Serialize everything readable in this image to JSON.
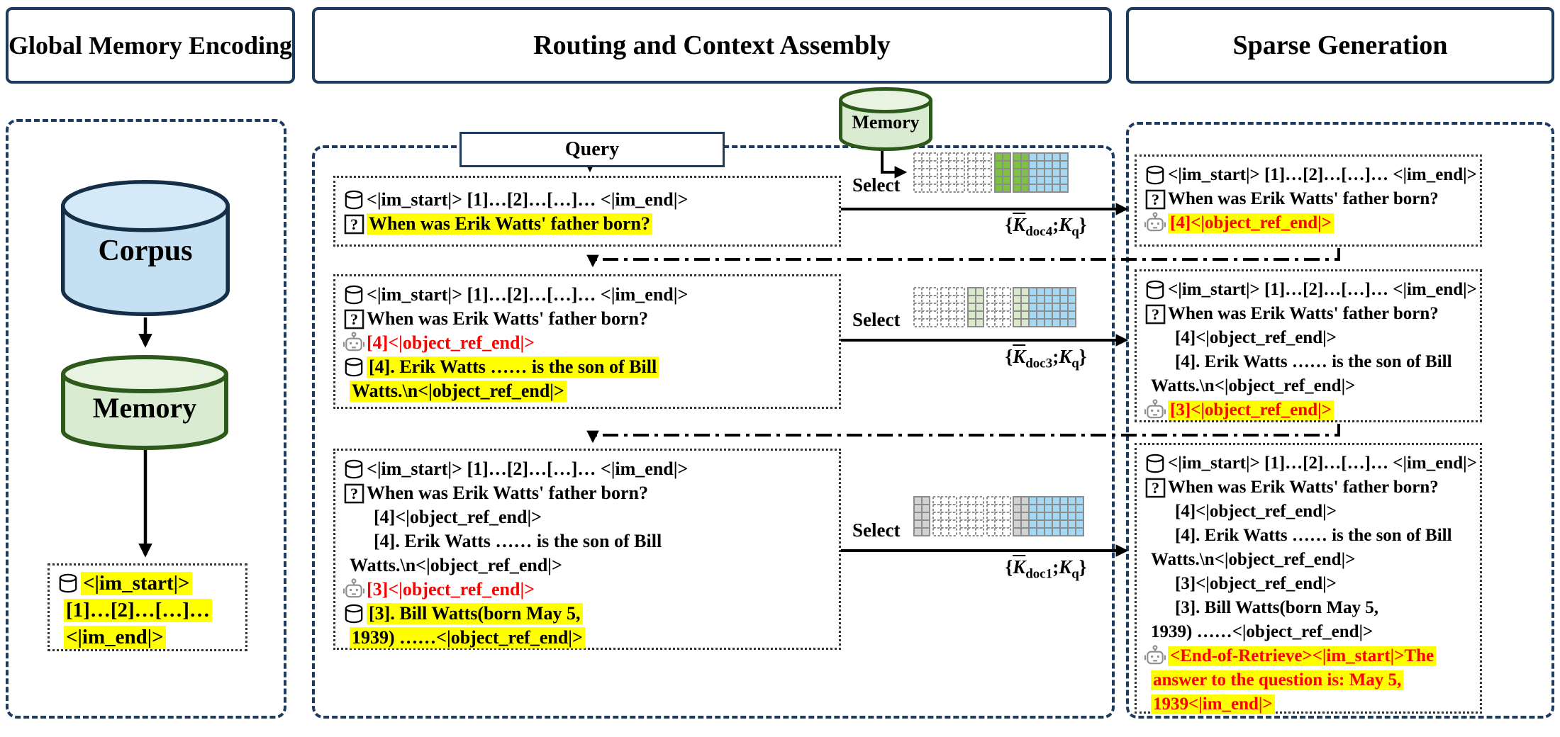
{
  "title_bars": {
    "left": "Global Memory Encoding",
    "middle": "Routing and Context Assembly",
    "right": "Sparse Generation"
  },
  "left_panel": {
    "corpus_label": "Corpus",
    "memory_label": "Memory",
    "token_box_lines": [
      {
        "icon": "db",
        "segs": [
          {
            "t": "<|im_start|>",
            "s": "hl"
          }
        ]
      },
      {
        "indent": "b",
        "segs": [
          {
            "t": "[1]…[2]…[…]…",
            "s": "hl"
          }
        ]
      },
      {
        "indent": "b",
        "segs": [
          {
            "t": "<|im_end|>",
            "s": "hl"
          }
        ]
      }
    ]
  },
  "middle_panel": {
    "query_label": "Query",
    "memory_label": "Memory",
    "select_label": "Select",
    "rows": [
      {
        "lines": [
          {
            "icon": "db",
            "segs": [
              {
                "t": "<|im_start|> [1]…[2]…[…]… <|im_end|>",
                "s": "plain"
              }
            ]
          },
          {
            "icon": "q",
            "segs": [
              {
                "t": "When was Erik Watts' father born?",
                "s": "hl"
              }
            ]
          }
        ],
        "k_label": {
          "pre": "{",
          "k1": "K",
          "sub1": "doc4",
          "mid": "; ",
          "k2": "K",
          "sub2": "q",
          "post": "}"
        },
        "grid_group": [
          "dashed",
          "dashed",
          "dashed",
          "green"
        ],
        "result_grid": {
          "sel_cols": 2,
          "sel_key": "green",
          "other_cols": 5
        }
      },
      {
        "lines": [
          {
            "icon": "db",
            "segs": [
              {
                "t": "<|im_start|> [1]…[2]…[…]… <|im_end|>",
                "s": "plain"
              }
            ]
          },
          {
            "icon": "q",
            "segs": [
              {
                "t": "When was Erik Watts' father born?",
                "s": "plain"
              }
            ]
          },
          {
            "icon": "bot",
            "segs": [
              {
                "t": "[4]<|object_ref_end|>",
                "s": "red"
              }
            ]
          },
          {
            "icon": "db",
            "segs": [
              {
                "t": "[4]. Erik Watts …… is the son of Bill",
                "s": "hl"
              }
            ]
          },
          {
            "indent": "b",
            "segs": [
              {
                "t": "Watts.\\n<|object_ref_end|>",
                "s": "hl"
              }
            ]
          }
        ],
        "k_label": {
          "pre": "{",
          "k1": "K",
          "sub1": "doc3",
          "mid": "; ",
          "k2": "K",
          "sub2": "q",
          "post": "}"
        },
        "grid_group": [
          "dashed",
          "dashed",
          "light_green",
          "dashed"
        ],
        "result_grid": {
          "sel_cols": 2,
          "sel_key": "light_green",
          "other_cols": 6
        }
      },
      {
        "lines": [
          {
            "icon": "db",
            "segs": [
              {
                "t": "<|im_start|> [1]…[2]…[…]… <|im_end|>",
                "s": "plain"
              }
            ]
          },
          {
            "icon": "q",
            "segs": [
              {
                "t": "When was Erik Watts' father born?",
                "s": "plain"
              }
            ]
          },
          {
            "indent": "a",
            "segs": [
              {
                "t": "[4]<|object_ref_end|>",
                "s": "plain"
              }
            ]
          },
          {
            "indent": "a",
            "segs": [
              {
                "t": "[4]. Erik Watts …… is the son of Bill",
                "s": "plain"
              }
            ]
          },
          {
            "indent": "b",
            "segs": [
              {
                "t": "Watts.\\n<|object_ref_end|>",
                "s": "plain"
              }
            ]
          },
          {
            "icon": "bot",
            "segs": [
              {
                "t": "[3]<|object_ref_end|>",
                "s": "red"
              }
            ]
          },
          {
            "icon": "db",
            "segs": [
              {
                "t": "[3]. Bill Watts(born May 5,",
                "s": "hl"
              }
            ]
          },
          {
            "indent": "b",
            "segs": [
              {
                "t": "1939) ……<|object_ref_end|>",
                "s": "hl"
              }
            ]
          }
        ],
        "k_label": {
          "pre": "{",
          "k1": "K",
          "sub1": "doc1",
          "mid": "; ",
          "k2": "K",
          "sub2": "q",
          "post": "}"
        },
        "grid_group": [
          "gray",
          "dashed",
          "dashed",
          "dashed"
        ],
        "result_grid": {
          "sel_cols": 2,
          "sel_key": "gray",
          "other_cols": 7
        }
      }
    ]
  },
  "right_panel": {
    "boxes": [
      {
        "lines": [
          {
            "icon": "db",
            "segs": [
              {
                "t": "<|im_start|> [1]…[2]…[…]… <|im_end|>",
                "s": "plain"
              }
            ]
          },
          {
            "icon": "q",
            "segs": [
              {
                "t": "When was Erik Watts' father born?",
                "s": "plain"
              }
            ]
          },
          {
            "icon": "bot",
            "segs": [
              {
                "t": "[4]<|object_ref_end|>",
                "s": "redhl"
              }
            ]
          }
        ]
      },
      {
        "lines": [
          {
            "icon": "db",
            "segs": [
              {
                "t": "<|im_start|> [1]…[2]…[…]… <|im_end|>",
                "s": "plain"
              }
            ]
          },
          {
            "icon": "q",
            "segs": [
              {
                "t": "When was Erik Watts' father born?",
                "s": "plain"
              }
            ]
          },
          {
            "indent": "a",
            "segs": [
              {
                "t": "[4]<|object_ref_end|>",
                "s": "plain"
              }
            ]
          },
          {
            "indent": "a",
            "segs": [
              {
                "t": "[4]. Erik Watts …… is the son of Bill",
                "s": "plain"
              }
            ]
          },
          {
            "indent": "b",
            "segs": [
              {
                "t": "Watts.\\n<|object_ref_end|>",
                "s": "plain"
              }
            ]
          },
          {
            "icon": "bot",
            "segs": [
              {
                "t": "[3]<|object_ref_end|>",
                "s": "redhl"
              }
            ]
          }
        ]
      },
      {
        "lines": [
          {
            "icon": "db",
            "segs": [
              {
                "t": "<|im_start|> [1]…[2]…[…]… <|im_end|>",
                "s": "plain"
              }
            ]
          },
          {
            "icon": "q",
            "segs": [
              {
                "t": "When was Erik Watts' father born?",
                "s": "plain"
              }
            ]
          },
          {
            "indent": "a",
            "segs": [
              {
                "t": "[4]<|object_ref_end|>",
                "s": "plain"
              }
            ]
          },
          {
            "indent": "a",
            "segs": [
              {
                "t": "[4]. Erik Watts …… is the son of Bill",
                "s": "plain"
              }
            ]
          },
          {
            "indent": "b",
            "segs": [
              {
                "t": "Watts.\\n<|object_ref_end|>",
                "s": "plain"
              }
            ]
          },
          {
            "indent": "a",
            "segs": [
              {
                "t": "[3]<|object_ref_end|>",
                "s": "plain"
              }
            ]
          },
          {
            "indent": "a",
            "segs": [
              {
                "t": "[3]. Bill Watts(born May 5,",
                "s": "plain"
              }
            ]
          },
          {
            "indent": "b",
            "segs": [
              {
                "t": "1939) ……<|object_ref_end|>",
                "s": "plain"
              }
            ]
          },
          {
            "icon": "bot",
            "segs": [
              {
                "t": "<End-of-Retrieve><|im_start|>The",
                "s": "redhl"
              }
            ]
          },
          {
            "indent": "b",
            "segs": [
              {
                "t": "answer to the question is: May 5,",
                "s": "redhl"
              }
            ]
          },
          {
            "indent": "b",
            "segs": [
              {
                "t": "1939<|im_end|>",
                "s": "redhl"
              }
            ]
          }
        ]
      }
    ]
  },
  "colors": {
    "panel_navy": "#1d3a5f",
    "highlight_yellow": "#ffff00",
    "generated_red": "#ff0000",
    "grid_green": "#7ec243",
    "grid_light_green": "#d9e9c9",
    "grid_gray": "#d2d2d2",
    "grid_blue": "#a5d8f2",
    "grid_stroke": "#8c8c8c",
    "corpus_fill": "#c5e0f2",
    "corpus_top_fill": "#d5eaf8",
    "corpus_stroke": "#142f47",
    "memory_fill": "#d9ecd2",
    "memory_top_fill": "#e8f4e1",
    "memory_stroke": "#2d5a1b"
  }
}
